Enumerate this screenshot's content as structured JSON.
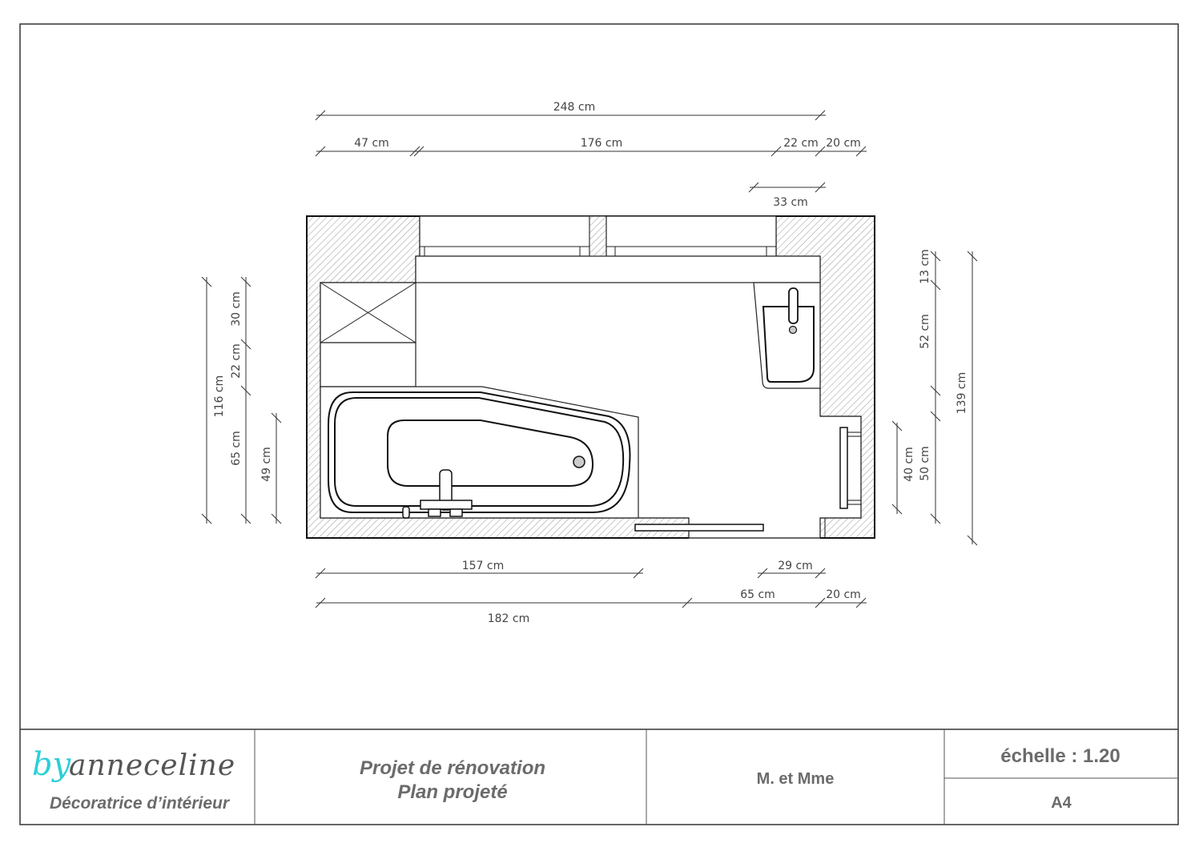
{
  "plan": {
    "dimensions_top": {
      "total": "248 cm",
      "a": "47 cm",
      "b": "176 cm",
      "c": "22 cm",
      "d": "20 cm",
      "e": "33 cm"
    },
    "dimensions_left": {
      "total": "116 cm",
      "a": "30 cm",
      "b": "22 cm",
      "c": "65 cm",
      "d": "49 cm"
    },
    "dimensions_right": {
      "total": "139 cm",
      "a": "13 cm",
      "b": "52 cm",
      "c": "50 cm",
      "d": "40 cm"
    },
    "dimensions_bottom": {
      "a": "157 cm",
      "b": "29 cm",
      "c": "182 cm",
      "d": "65 cm",
      "e": "20 cm"
    }
  },
  "title_block": {
    "logo": {
      "prefix": "by",
      "name": "anneceline",
      "prefix_color": "#2ccfd6"
    },
    "subtitle": "Décoratrice d’intérieur",
    "project_line1": "Projet de rénovation",
    "project_line2": "Plan projeté",
    "client": "M. et Mme",
    "scale": "échelle : 1.20",
    "format": "A4"
  }
}
